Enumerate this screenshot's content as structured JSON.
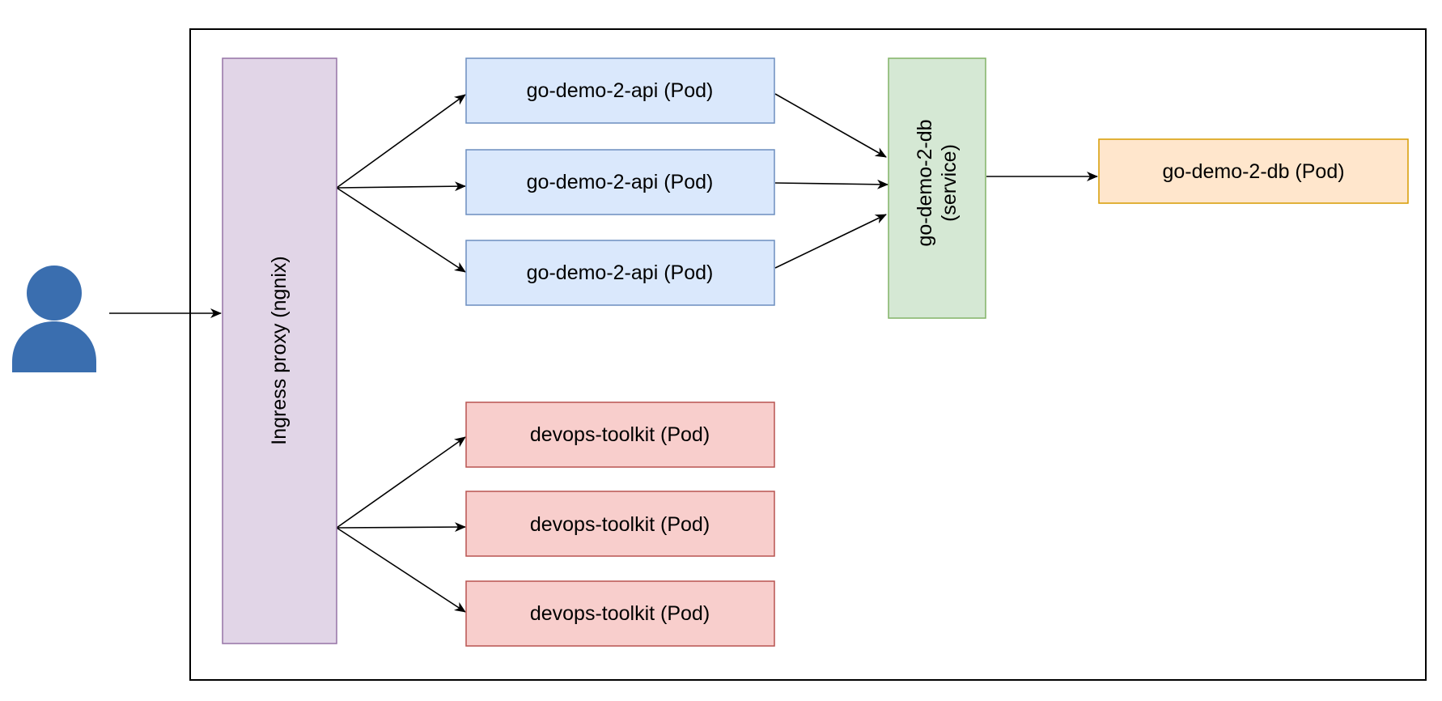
{
  "diagram": {
    "user_icon": "person-icon",
    "ingress": {
      "label": "Ingress proxy (ngnix)",
      "fill": "#e1d5e7",
      "stroke": "#9673a6"
    },
    "api_pods": {
      "fill": "#dae8fc",
      "stroke": "#6c8ebf",
      "items": [
        {
          "label": "go-demo-2-api (Pod)"
        },
        {
          "label": "go-demo-2-api (Pod)"
        },
        {
          "label": "go-demo-2-api (Pod)"
        }
      ]
    },
    "service": {
      "line1": "go-demo-2-db",
      "line2": "(service)",
      "fill": "#d5e8d4",
      "stroke": "#82b366"
    },
    "db_pod": {
      "label": "go-demo-2-db (Pod)",
      "fill": "#ffe6cc",
      "stroke": "#d79b00"
    },
    "toolkit_pods": {
      "fill": "#f8cecc",
      "stroke": "#b85450",
      "items": [
        {
          "label": "devops-toolkit (Pod)"
        },
        {
          "label": "devops-toolkit (Pod)"
        },
        {
          "label": "devops-toolkit (Pod)"
        }
      ]
    },
    "user_color": "#3a6eaf",
    "edge_color": "#000000",
    "cluster_stroke": "#000000"
  }
}
